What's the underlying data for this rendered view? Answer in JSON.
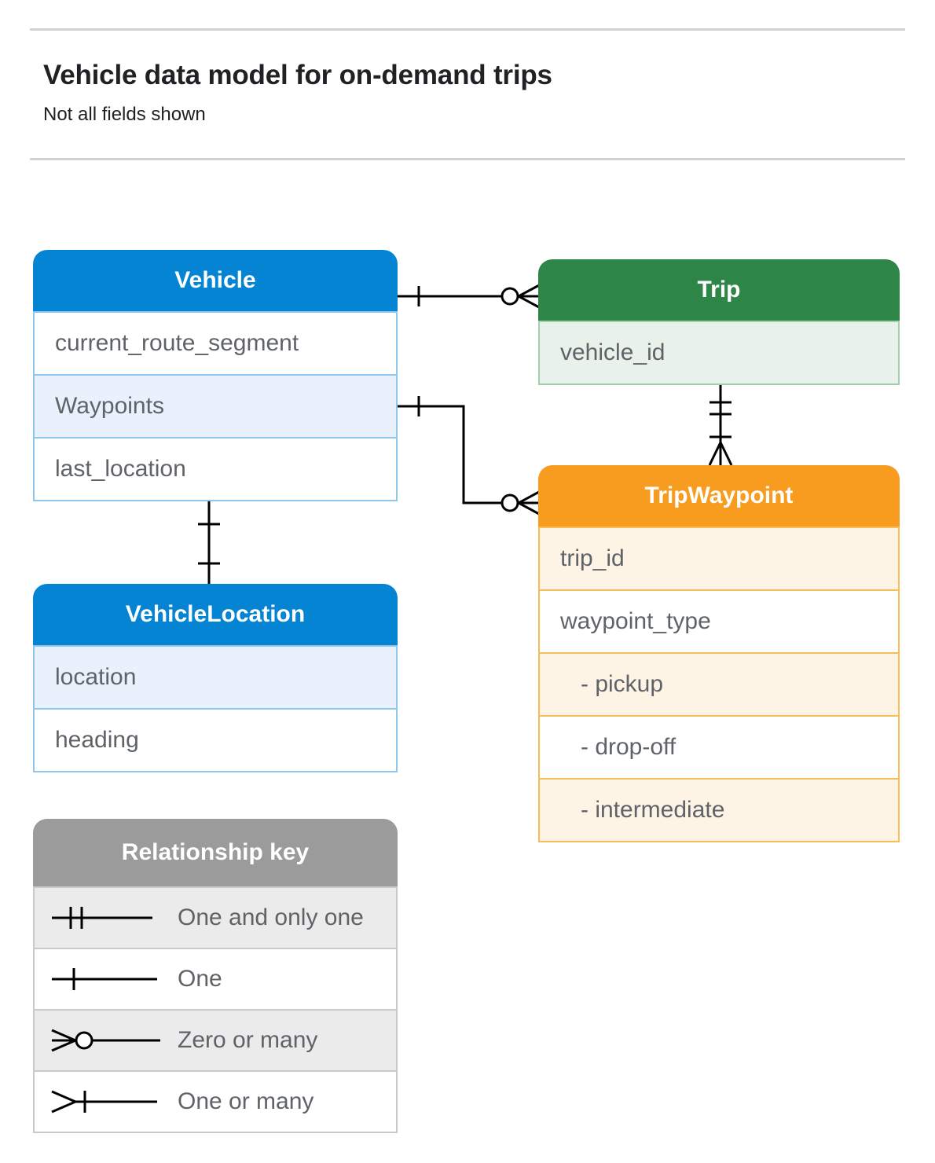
{
  "page": {
    "title": "Vehicle data model for on-demand trips",
    "subtitle": "Not all fields shown"
  },
  "entities": {
    "vehicle": {
      "title": "Vehicle",
      "rows": [
        "current_route_segment",
        "Waypoints",
        "last_location"
      ]
    },
    "trip": {
      "title": "Trip",
      "rows": [
        "vehicle_id"
      ]
    },
    "trip_waypoint": {
      "title": "TripWaypoint",
      "rows": [
        "trip_id",
        "waypoint_type",
        "- pickup",
        "- drop-off",
        "- intermediate"
      ]
    },
    "vehicle_location": {
      "title": "VehicleLocation",
      "rows": [
        "location",
        "heading"
      ]
    }
  },
  "relationships": [
    {
      "from": "Vehicle",
      "to": "Trip",
      "from_cardinality": "one",
      "to_cardinality": "zero-or-many"
    },
    {
      "from": "Vehicle.Waypoints",
      "to": "TripWaypoint",
      "from_cardinality": "one",
      "to_cardinality": "zero-or-many"
    },
    {
      "from": "Trip",
      "to": "TripWaypoint",
      "from_cardinality": "one-and-only-one",
      "to_cardinality": "one-or-many"
    },
    {
      "from": "Vehicle",
      "to": "VehicleLocation",
      "from_cardinality": "one",
      "to_cardinality": "one"
    }
  ],
  "legend": {
    "title": "Relationship key",
    "items": [
      {
        "symbol": "one-and-only-one",
        "label": "One and only one"
      },
      {
        "symbol": "one",
        "label": "One"
      },
      {
        "symbol": "zero-or-many",
        "label": "Zero or many"
      },
      {
        "symbol": "one-or-many",
        "label": "One or many"
      }
    ]
  },
  "colors": {
    "blue": "#0584d3",
    "blue_border": "#8ec6ee",
    "blue_row": "#e8f1fc",
    "green": "#2e8548",
    "green_border": "#a2cfad",
    "green_row": "#e9f2ea",
    "orange": "#f79c1e",
    "orange_border": "#f9bd55",
    "orange_row": "#fdf4e6",
    "gray": "#9b9b9b",
    "gray_border": "#c9c9c9",
    "gray_row": "#ebebeb",
    "row_text": "#5f6368",
    "title_text": "#202124",
    "rule": "#d2d2d2",
    "line": "#000000"
  }
}
